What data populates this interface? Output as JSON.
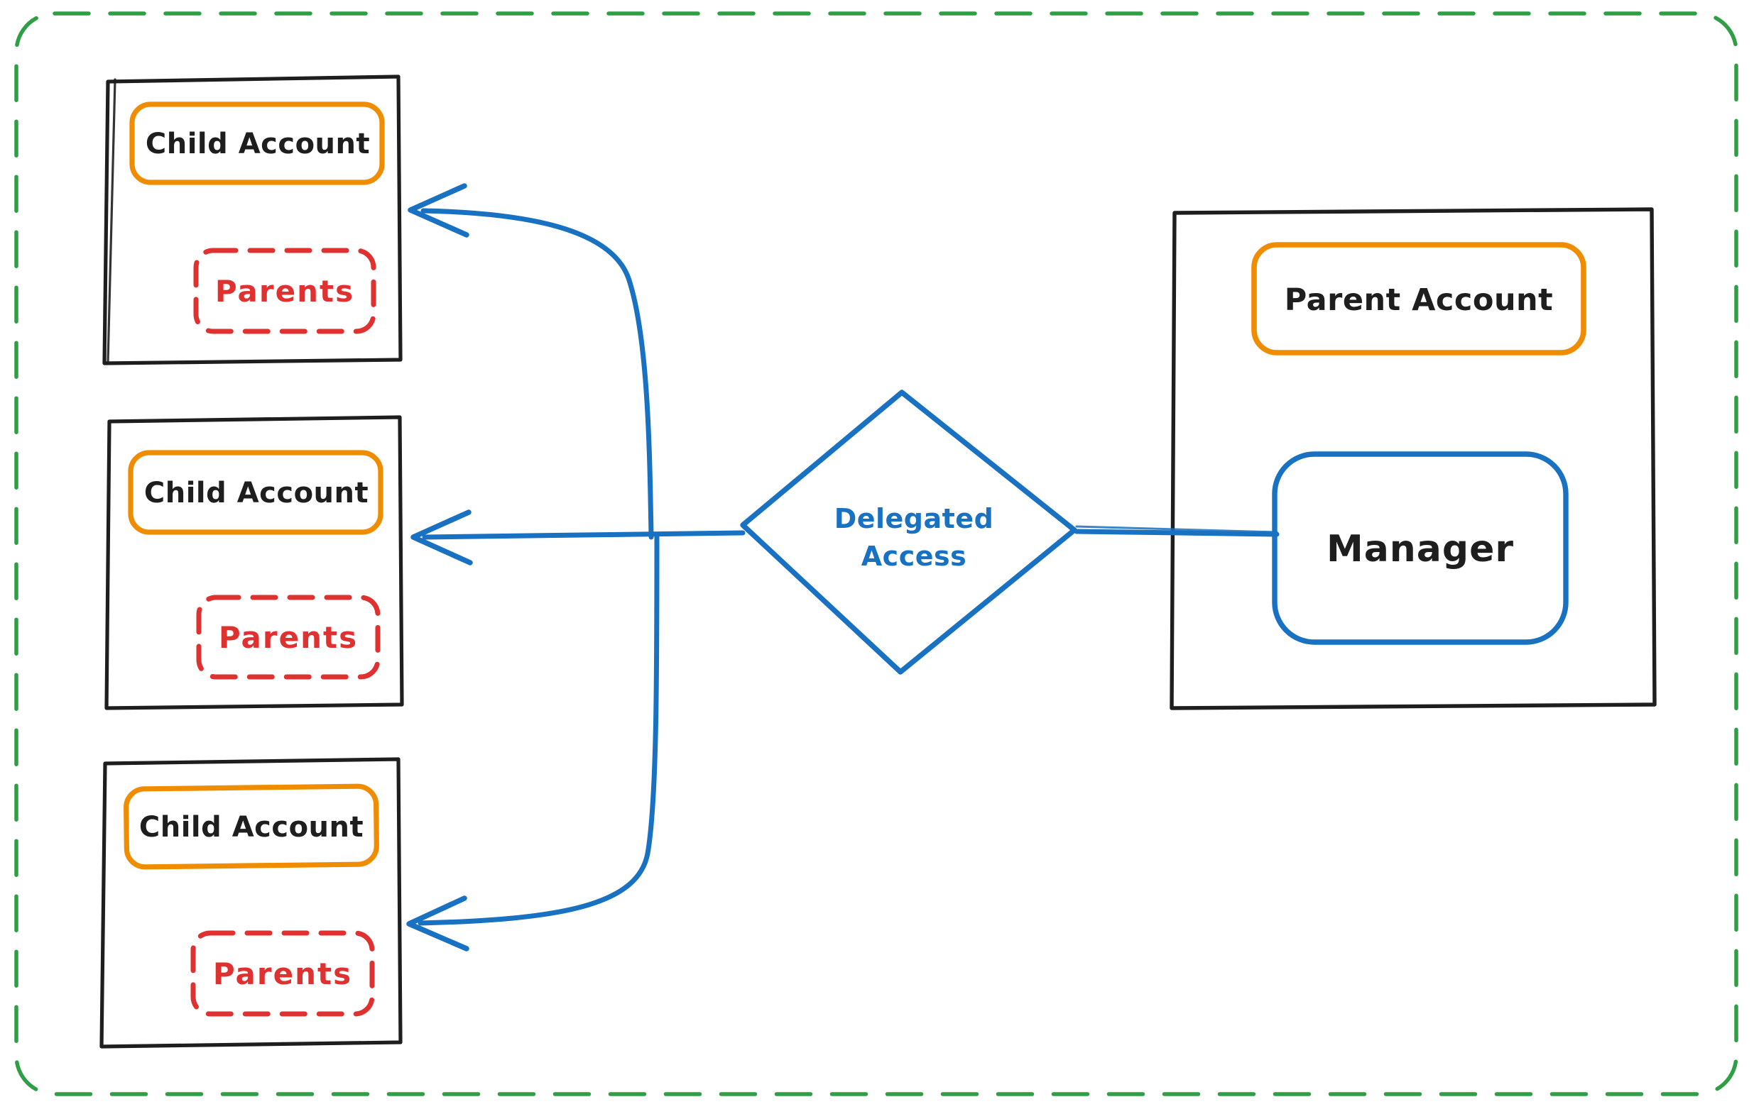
{
  "diagram": {
    "type": "flowchart",
    "background": "#ffffff",
    "border": {
      "style": "dashed",
      "color": "#2f9e44"
    },
    "colors": {
      "black": "#1e1e1e",
      "green": "#2f9e44",
      "orange": "#f08c00",
      "orange_hatch": "#ffd43b",
      "red": "#e03131",
      "red_hatch": "#ff9c9c",
      "blue": "#1971c2",
      "blue_hatch": "#8cc8fa"
    },
    "child_accounts": [
      {
        "account_label": "Child Account",
        "parents_label": "Parents"
      },
      {
        "account_label": "Child Account",
        "parents_label": "Parents"
      },
      {
        "account_label": "Child Account",
        "parents_label": "Parents"
      }
    ],
    "parent_account": {
      "account_label": "Parent Account",
      "manager_label": "Manager"
    },
    "decision": {
      "label_line1": "Delegated",
      "label_line2": "Access"
    }
  }
}
